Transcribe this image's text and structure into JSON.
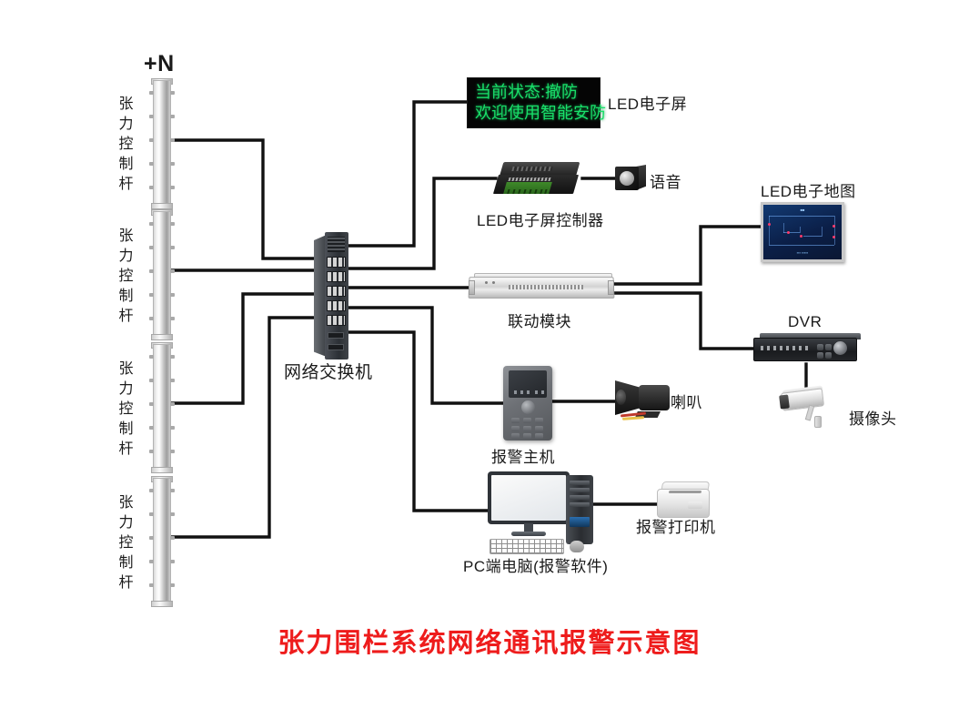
{
  "diagram": {
    "title": "张力围栏系统网络通讯报警示意图",
    "title_color": "#ee1c1c",
    "plus_n_label": "+N",
    "background": "#ffffff",
    "line_color": "#111111"
  },
  "poles": [
    {
      "label": "张力控制杆",
      "name": "tension-control-pole-1"
    },
    {
      "label": "张力控制杆",
      "name": "tension-control-pole-2"
    },
    {
      "label": "张力控制杆",
      "name": "tension-control-pole-3"
    },
    {
      "label": "张力控制杆",
      "name": "tension-control-pole-4"
    }
  ],
  "nodes": {
    "switch": {
      "label": "网络交换机"
    },
    "led_screen": {
      "label": "LED电子屏",
      "line1": "当前状态:撤防",
      "line2": "欢迎使用智能安防",
      "text_color": "#19e06a",
      "screen_color": "#050505"
    },
    "led_controller": {
      "label": "LED电子屏控制器"
    },
    "voice": {
      "label": "语音"
    },
    "linkage": {
      "label": "联动模块"
    },
    "led_map": {
      "label": "LED电子地图"
    },
    "dvr": {
      "label": "DVR"
    },
    "camera": {
      "label": "摄像头"
    },
    "alarm_host": {
      "label": "报警主机"
    },
    "speaker": {
      "label": "喇叭"
    },
    "pc": {
      "label": "PC端电脑(报警软件)"
    },
    "printer": {
      "label": "报警打印机"
    }
  }
}
